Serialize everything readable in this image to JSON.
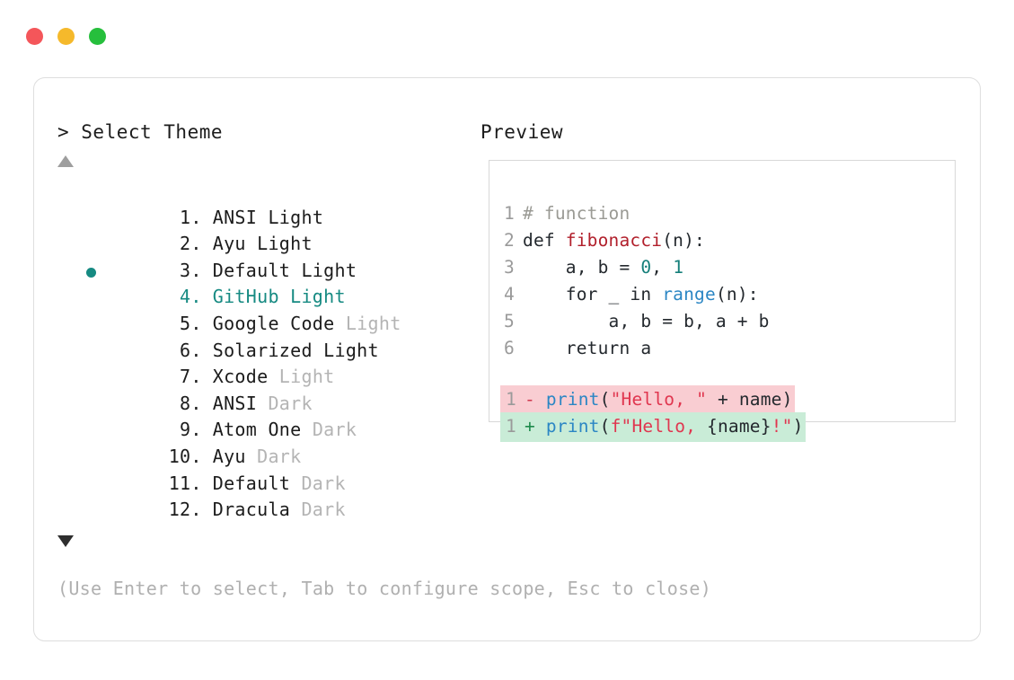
{
  "window": {
    "traffic_lights": [
      {
        "name": "close",
        "color": "#f4565a"
      },
      {
        "name": "minimize",
        "color": "#f5b92b"
      },
      {
        "name": "maximize",
        "color": "#26bf3c"
      }
    ]
  },
  "prompt": {
    "marker": ">",
    "title": "Select Theme",
    "full": "> Select Theme"
  },
  "preview": {
    "label": "Preview"
  },
  "scroll": {
    "up_indicator": "▲",
    "down_indicator": "▼"
  },
  "selection": {
    "selected_index": 4,
    "selected_label": "GitHub Light",
    "accent_color": "#168a82"
  },
  "themes": [
    {
      "num": "1.",
      "name": "ANSI",
      "variant": "Light",
      "variant_dim": false,
      "selected": false
    },
    {
      "num": "2.",
      "name": "Ayu",
      "variant": "Light",
      "variant_dim": false,
      "selected": false
    },
    {
      "num": "3.",
      "name": "Default",
      "variant": "Light",
      "variant_dim": false,
      "selected": false
    },
    {
      "num": "4.",
      "name": "GitHub",
      "variant": "Light",
      "variant_dim": false,
      "selected": true
    },
    {
      "num": "5.",
      "name": "Google Code",
      "variant": "Light",
      "variant_dim": true,
      "selected": false
    },
    {
      "num": "6.",
      "name": "Solarized",
      "variant": "Light",
      "variant_dim": false,
      "selected": false
    },
    {
      "num": "7.",
      "name": "Xcode",
      "variant": "Light",
      "variant_dim": true,
      "selected": false
    },
    {
      "num": "8.",
      "name": "ANSI",
      "variant": "Dark",
      "variant_dim": true,
      "selected": false
    },
    {
      "num": "9.",
      "name": "Atom One",
      "variant": "Dark",
      "variant_dim": true,
      "selected": false
    },
    {
      "num": "10.",
      "name": "Ayu",
      "variant": "Dark",
      "variant_dim": true,
      "selected": false
    },
    {
      "num": "11.",
      "name": "Default",
      "variant": "Dark",
      "variant_dim": true,
      "selected": false
    },
    {
      "num": "12.",
      "name": "Dracula",
      "variant": "Dark",
      "variant_dim": true,
      "selected": false
    }
  ],
  "code": {
    "lines": [
      {
        "no": "1",
        "text": "# function"
      },
      {
        "no": "2",
        "text": "def fibonacci(n):"
      },
      {
        "no": "3",
        "text": "    a, b = 0, 1"
      },
      {
        "no": "4",
        "text": "    for _ in range(n):"
      },
      {
        "no": "5",
        "text": "        a, b = b, a + b"
      },
      {
        "no": "6",
        "text": "    return a"
      }
    ],
    "tokens": {
      "l1_comment": "# function",
      "l2_def": "def ",
      "l2_fn": "fibonacci",
      "l2_rest": "(n):",
      "l3_pre": "    a, b = ",
      "l3_zero": "0",
      "l3_mid": ", ",
      "l3_one": "1",
      "l4_pre": "    for _ in ",
      "l4_range": "range",
      "l4_post": "(n):",
      "l5_text": "        a, b = b, a + b",
      "l6_text": "    return a"
    },
    "diff": {
      "removed": {
        "no": "1",
        "sign": "-",
        "print": "print",
        "open": "(",
        "string": "\"Hello, \"",
        "tail": " + name)",
        "bg_color": "#f9cdd2"
      },
      "added": {
        "no": "1",
        "sign": "+",
        "print": "print",
        "open": "(",
        "str_prefix": "f\"Hello, ",
        "brace": "{name}",
        "str_suffix": "!\"",
        "close": ")",
        "bg_color": "#c9ecd7"
      }
    }
  },
  "hint": {
    "text": "(Use Enter to select, Tab to configure scope, Esc to close)"
  }
}
